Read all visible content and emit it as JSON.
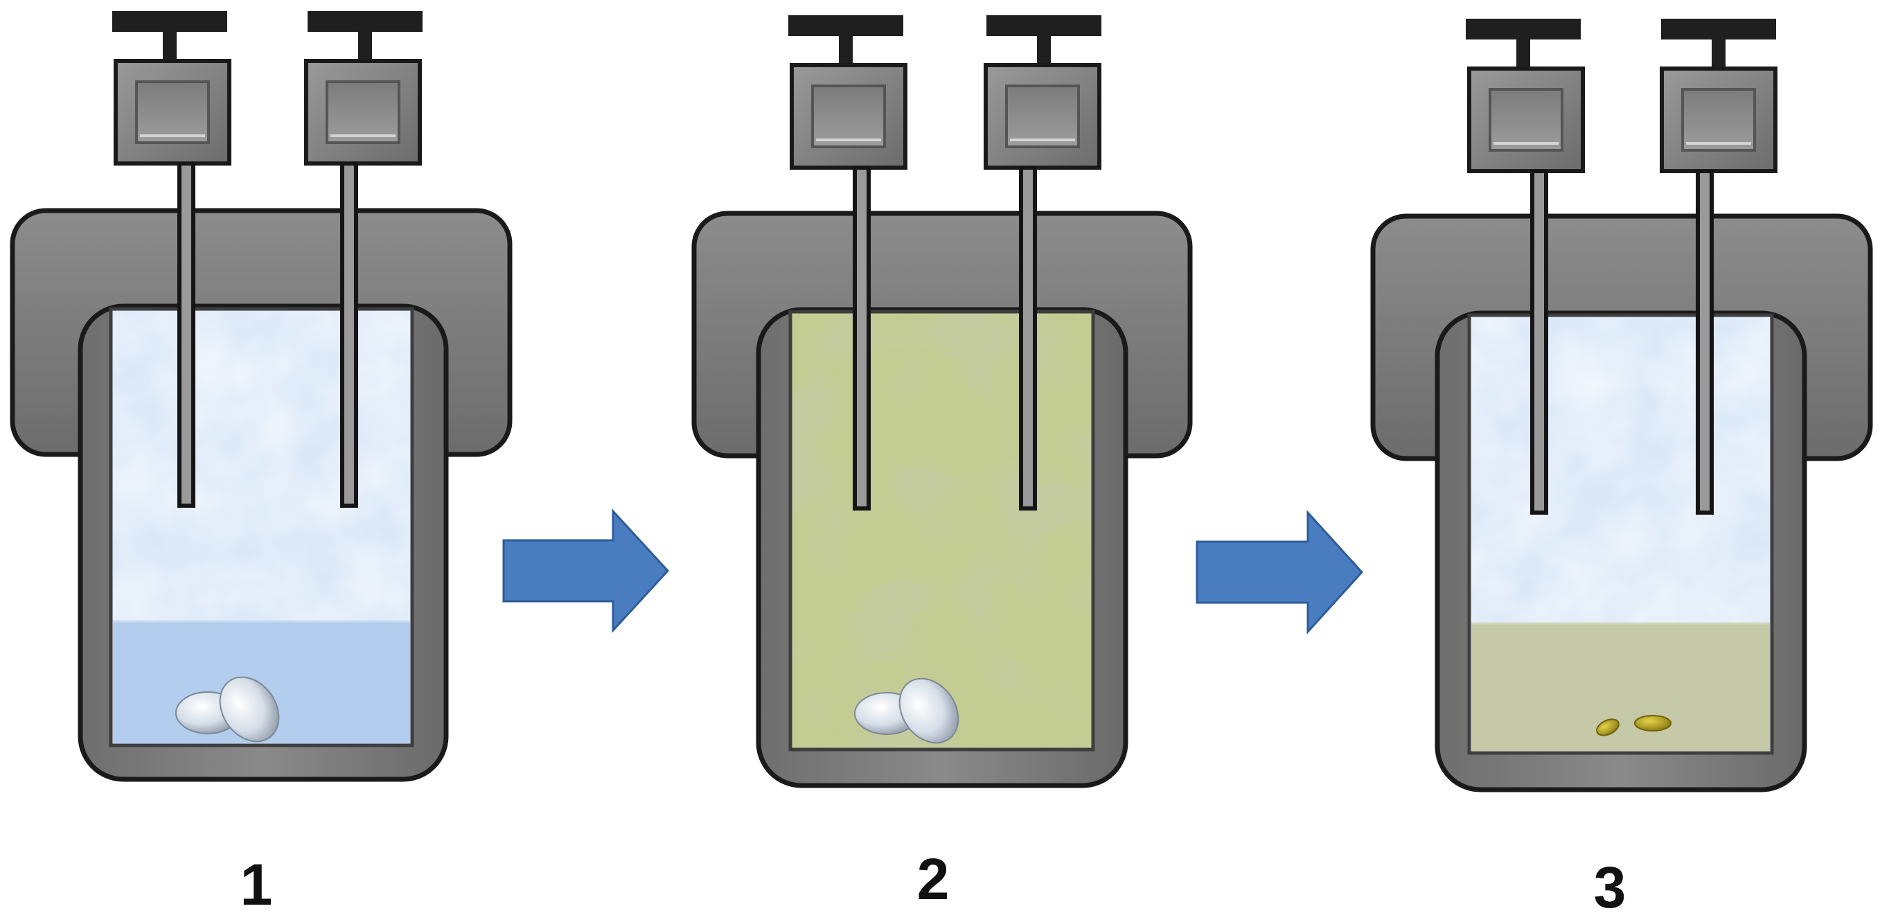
{
  "diagram": {
    "stages": [
      {
        "label": "1",
        "liquid": "clear",
        "lower_layer": "blue",
        "particles": "white-pellets"
      },
      {
        "label": "2",
        "liquid": "green-cloudy",
        "lower_layer": "none",
        "particles": "white-pellets"
      },
      {
        "label": "3",
        "liquid": "clear",
        "lower_layer": "olive",
        "particles": "yellow-pellets"
      }
    ],
    "arrows": [
      "arrow-1-to-2",
      "arrow-2-to-3"
    ],
    "colors": {
      "vessel_body": "#7d7d7d",
      "vessel_outline": "#1a1a1a",
      "lid": "#7a7a7a",
      "clear_liquid": "#dbe8f8",
      "blue_layer": "#b2cdee",
      "green_liquid": "#c3cc92",
      "green_mottle": "#aeb784",
      "olive_layer": "#c5c9a8",
      "arrow": "#4a7cc0",
      "white_pellet": "#dfe7ef",
      "yellow_pellet": "#c2ad1c"
    }
  }
}
